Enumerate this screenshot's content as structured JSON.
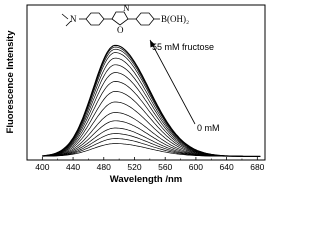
{
  "chart_data": {
    "type": "line",
    "xlabel": "Wavelength /nm",
    "ylabel": "Fluorescence Intensity",
    "xlim": [
      380,
      690
    ],
    "xticks": [
      400,
      440,
      480,
      520,
      560,
      600,
      640,
      680
    ],
    "grid": false,
    "legend": "none",
    "peak_x": 495,
    "sigma_left": 29,
    "sigma_right": 44,
    "baseline": 0.015,
    "series": [
      {
        "peak": 0.115
      },
      {
        "peak": 0.16
      },
      {
        "peak": 0.205
      },
      {
        "peak": 0.255
      },
      {
        "peak": 0.32
      },
      {
        "peak": 0.395
      },
      {
        "peak": 0.49
      },
      {
        "peak": 0.585
      },
      {
        "peak": 0.675
      },
      {
        "peak": 0.755
      },
      {
        "peak": 0.825
      },
      {
        "peak": 0.885
      },
      {
        "peak": 0.935
      },
      {
        "peak": 0.965
      },
      {
        "peak": 0.985
      },
      {
        "peak": 1.0
      }
    ],
    "annotations": {
      "top": "55 mM fructose",
      "bottom": "0 mM"
    },
    "structure": {
      "amine_label": "N",
      "ring_o": "O",
      "ring_n": "N",
      "boronic": "B(OH)₂"
    }
  }
}
